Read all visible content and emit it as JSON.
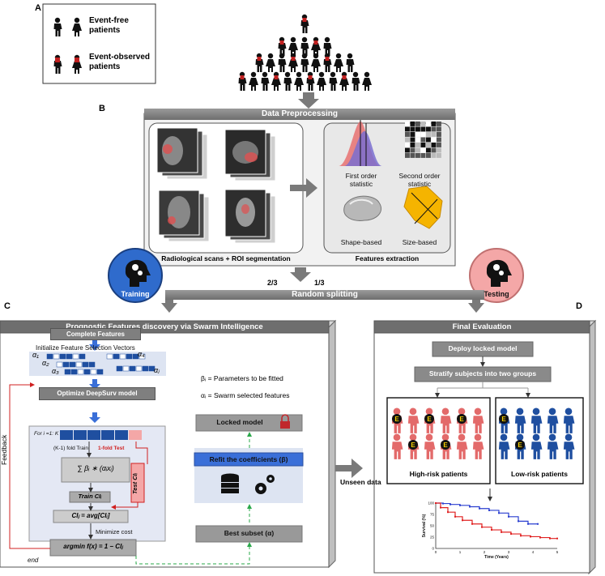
{
  "section_letters": {
    "a": "A",
    "b": "B",
    "c": "C",
    "d": "D"
  },
  "legend": {
    "event_free": "Event-free patients",
    "event_observed": "Event-observed patients"
  },
  "preprocessing": {
    "title": "Data Preprocessing",
    "scans_label": "Radiological scans + ROI segmentation",
    "features_label": "Features extraction",
    "first_order": "First order statistic",
    "second_order": "Second order statistic",
    "shape": "Shape-based",
    "size": "Size-based"
  },
  "split": {
    "title": "Random splitting",
    "train_frac": "2/3",
    "test_frac": "1/3",
    "training": "Training",
    "testing": "Testing"
  },
  "discovery": {
    "title": "Prognostic Features discovery via Swarm Intelligence",
    "complete_features": "Complete Features",
    "init_vectors": "Initialize Feature   Selection Vectors",
    "optimize": "Optimize DeepSurv model",
    "loop": "For i =1: K",
    "k1_train": "(K-1) fold Train",
    "fold_test": "1-fold Test",
    "sum_formula": "∑ βᵢ ∗ (αᵢxᵢ)",
    "train_ci": "Train CIᵢ",
    "test_ci": "Test CIᵢ",
    "ci_avg": "CIⱼ = avg[CIᵢ]",
    "minimize": "Minimize cost",
    "argmin": "argmin f(x) = 1 − CIⱼ",
    "end": "end",
    "feedback": "Feedback",
    "beta_def": "βᵢ = Parameters to be fitted",
    "alpha_def": "αᵢ = Swarm selected features",
    "locked_model": "Locked model",
    "refit": "Refit the coefficients (β)",
    "best_subset": "Best subset (α)",
    "alpha_labels": [
      "α₁",
      "α₂",
      "α₃",
      "α₄",
      "αⱼ"
    ]
  },
  "evaluation": {
    "title": "Final Evaluation",
    "unseen": "Unseen data",
    "deploy": "Deploy locked model",
    "stratify": "Stratify subjects into two groups",
    "high_risk": "High-risk patients",
    "low_risk": "Low-risk patients",
    "event_letter": "E"
  },
  "chart_data": {
    "type": "line",
    "xlabel": "Time (Years)",
    "ylabel": "Survival (%)",
    "xlim": [
      0,
      5
    ],
    "ylim": [
      0,
      100
    ],
    "xticks": [
      "0",
      "1",
      "2",
      "3",
      "4",
      "5"
    ],
    "yticks": [
      "0",
      "25",
      "50",
      "75",
      "100"
    ],
    "series": [
      {
        "color": "#2a3fd0",
        "x": [
          0,
          0.3,
          0.6,
          1.0,
          1.4,
          1.8,
          2.2,
          2.6,
          3.0,
          3.4,
          3.8,
          4.2
        ],
        "y": [
          100,
          99,
          97,
          95,
          92,
          88,
          84,
          78,
          70,
          60,
          54,
          54
        ]
      },
      {
        "color": "#e02020",
        "x": [
          0,
          0.2,
          0.5,
          0.8,
          1.1,
          1.5,
          1.9,
          2.3,
          2.7,
          3.1,
          3.5,
          3.9,
          4.3,
          4.7,
          5.0
        ],
        "y": [
          100,
          90,
          80,
          70,
          62,
          54,
          47,
          41,
          36,
          32,
          28,
          26,
          24,
          22,
          22
        ]
      }
    ]
  },
  "colors": {
    "blue_arrow": "#3a6fd8",
    "green_dash": "#2aa84a",
    "red_line": "#d02020",
    "lock": "#c0282c",
    "high_risk_person": "#e36a6a",
    "low_risk_person": "#1f4fa0",
    "training_circle": "#2f6bcc",
    "testing_circle": "#f4a7a7"
  }
}
